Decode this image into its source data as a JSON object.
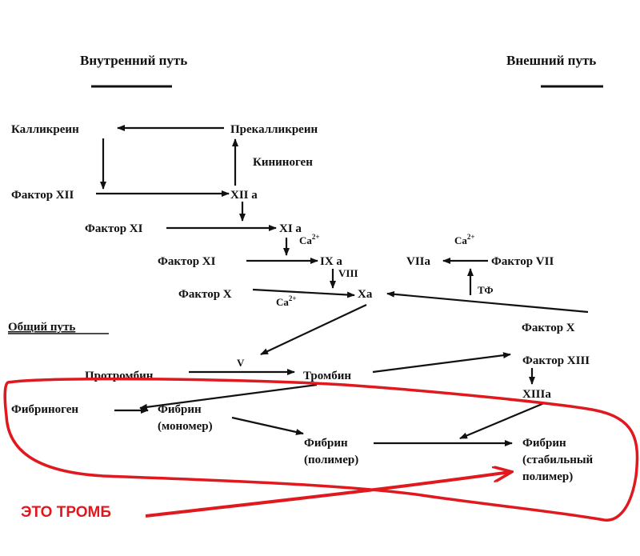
{
  "headings": {
    "intrinsic": "Внутренний путь",
    "extrinsic": "Внешний путь",
    "common": "Общий путь"
  },
  "nodes": {
    "kallikrein": "Калликреин",
    "prekallikrein": "Прекалликреин",
    "kininogen": "Кининоген",
    "factor_xii": "Фактор XII",
    "xii_a": "XII а",
    "factor_xi": "Фактор XI",
    "xi_a": "XI а",
    "factor_ix": "Фактор XI",
    "ix_a": "IX а",
    "viii": "VIII",
    "factor_x": "Фактор X",
    "xa": "Xа",
    "viia": "VIIа",
    "factor_vii": "Фактор VII",
    "tf": "ТФ",
    "factor_x_ext": "Фактор X",
    "v": "V",
    "prothrombin": "Протромбин",
    "thrombin": "Тромбин",
    "factor_xiii": "Фактор XIII",
    "xiiia": "XIIIа",
    "fibrinogen": "Фибриноген",
    "fibrin_monomer_1": "Фибрин",
    "fibrin_monomer_2": "(мономер)",
    "fibrin_polymer_1": "Фибрин",
    "fibrin_polymer_2": "(полимер)",
    "fibrin_stable_1": "Фибрин",
    "fibrin_stable_2": "(стабильный",
    "fibrin_stable_3": "полимер)"
  },
  "calcium": {
    "base": "Ca",
    "charge": "2+"
  },
  "annotation": {
    "text": "ЭТО ТРОМБ",
    "color": "#e0191f"
  },
  "colors": {
    "ink": "#111111",
    "highlight": "#e0191f"
  }
}
